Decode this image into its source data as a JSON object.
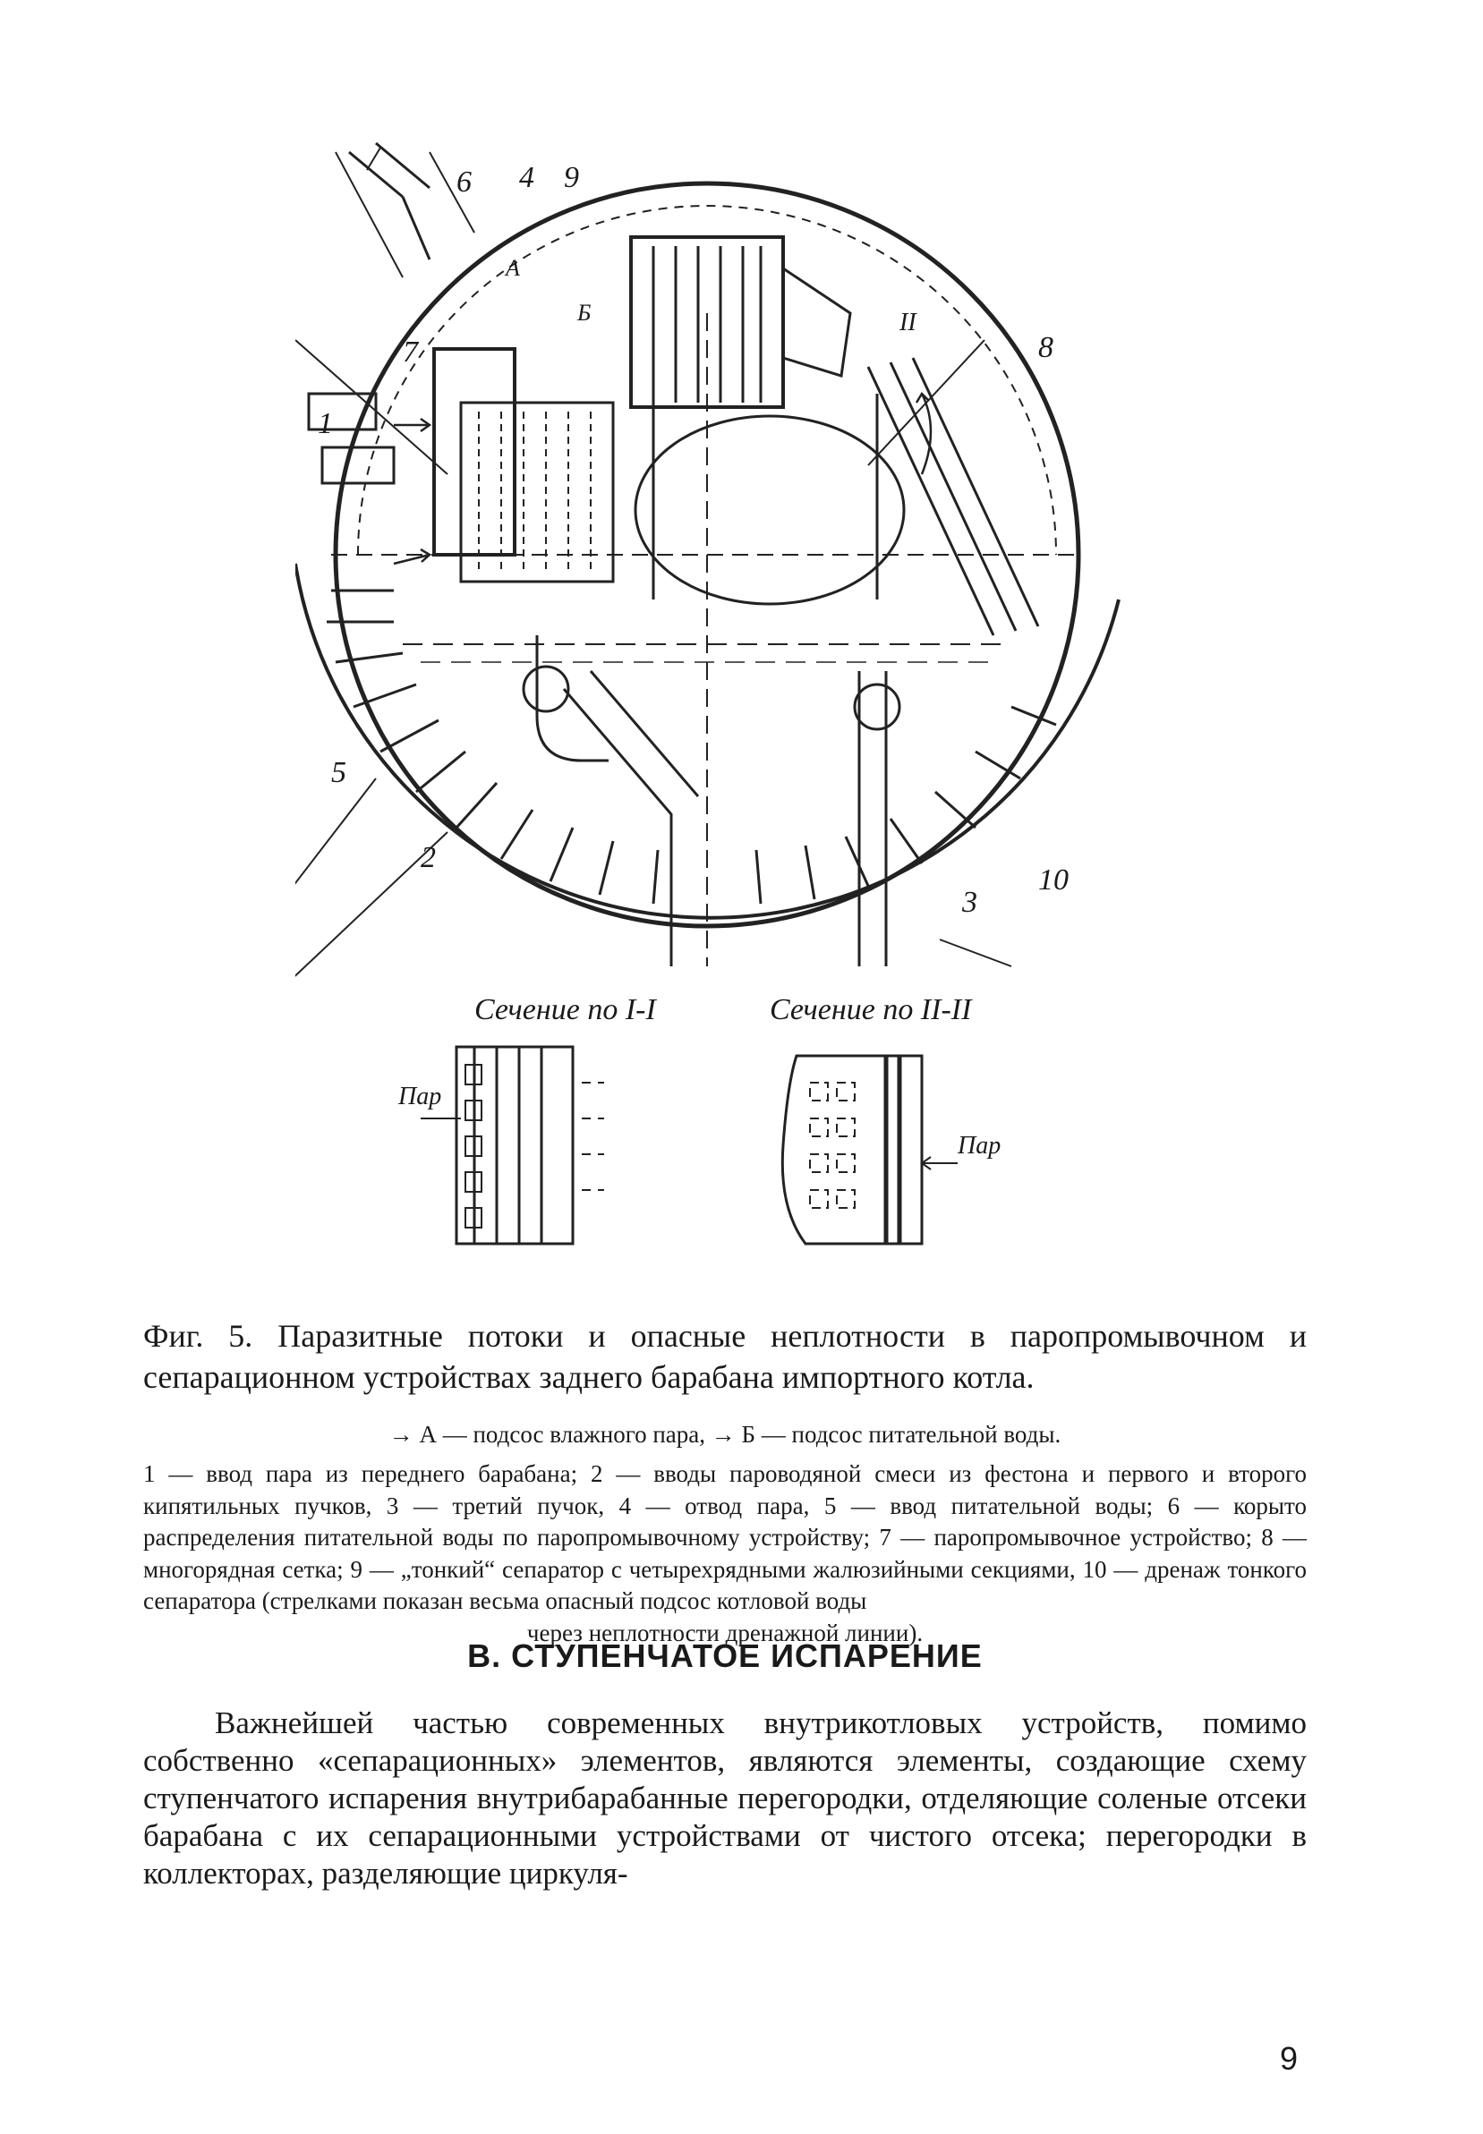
{
  "figure": {
    "callouts": [
      "6",
      "4",
      "9",
      "8",
      "7",
      "1",
      "5",
      "2",
      "10",
      "3"
    ],
    "letters": {
      "a": "А",
      "b": "Б",
      "roman2": "II"
    },
    "section_1": {
      "title": "Сечение по I-I",
      "label": "Пар"
    },
    "section_2": {
      "title": "Сечение по II-II",
      "label": "Пар"
    }
  },
  "caption": {
    "lead": "Фиг. 5.",
    "text": "Паразитные потоки и опасные неплотности в паропромывочном и сепарационном устройствах заднего барабана импортного котла."
  },
  "legend_arrows": "→ А — подсос влажного пара,   → Б — подсос питательной воды.",
  "legend": "1 — ввод пара из переднего барабана; 2 — вводы пароводяной смеси из фестона и первого и второго кипятильных пучков, 3 — третий пучок, 4 — отвод пара, 5 — ввод питательной воды; 6 — корыто распределения питательной воды по паропромывочному устройству; 7 — паропромывочное устройство; 8 — многорядная сетка; 9 — „тонкий“ сепаратор с четырехрядными жалюзийными секциями, 10 — дренаж тонкого сепаратора (стрелками показан весьма опасный подсос котловой воды",
  "legend_last": "через неплотности дренажной линии).",
  "section_heading": "В. СТУПЕНЧАТОЕ ИСПАРЕНИЕ",
  "body_text": "Важнейшей частью современных внутрикотловых устройств, помимо собственно «сепарационных» элементов, являются элементы, создающие схему ступенчатого испарения внутрибарабанные перегородки, отделяющие соленые отсеки барабана с их сепарационными устройствами от чистого отсека; перегородки в коллекторах, разделяющие циркуля-",
  "page_number": "9"
}
